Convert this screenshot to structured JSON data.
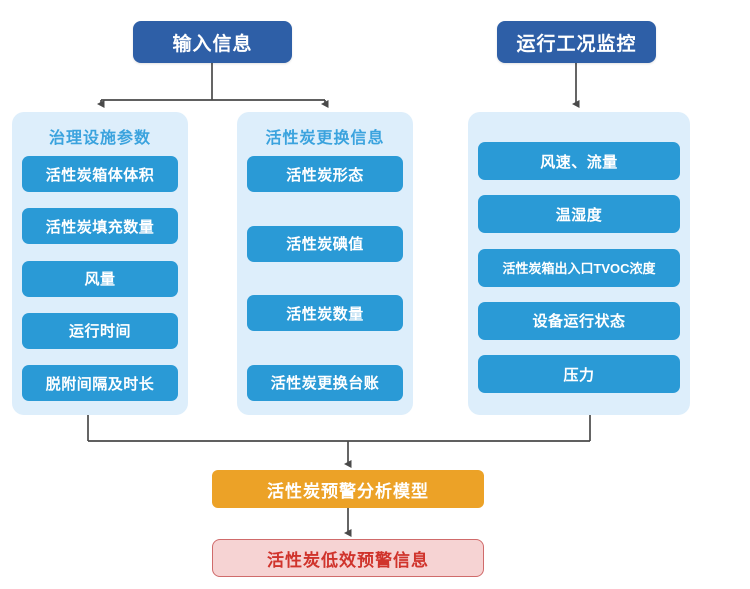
{
  "diagram": {
    "title_boxes": [
      {
        "id": "input-info",
        "label": "输入信息"
      },
      {
        "id": "operation-monitoring",
        "label": "运行工况监控"
      }
    ],
    "panels": [
      {
        "id": "facility-params",
        "title": "治理设施参数",
        "items": [
          "活性炭箱体体积",
          "活性炭填充数量",
          "风量",
          "运行时间",
          "脱附间隔及时长"
        ]
      },
      {
        "id": "carbon-replacement",
        "title": "活性炭更换信息",
        "items": [
          "活性炭形态",
          "活性炭碘值",
          "活性炭数量",
          "活性炭更换台账"
        ]
      },
      {
        "id": "operation-monitoring-items",
        "title": "",
        "items": [
          "风速、流量",
          "温湿度",
          "活性炭箱出入口TVOC浓度",
          "设备运行状态",
          "压力"
        ]
      }
    ],
    "model_box": {
      "label": "活性炭预警分析模型"
    },
    "alert_box": {
      "label": "活性炭低效预警信息"
    },
    "colors": {
      "header_blue": "#2e5fa7",
      "item_blue": "#2a9ad6",
      "panel_bg": "#ddeefb",
      "panel_title_blue": "#3ba3de",
      "model_orange": "#eca227",
      "alert_pink_bg": "#f6d3d3",
      "alert_red_border": "#d06b6b",
      "alert_red_text": "#d0342c",
      "connector_gray": "#4a4a4a"
    }
  }
}
